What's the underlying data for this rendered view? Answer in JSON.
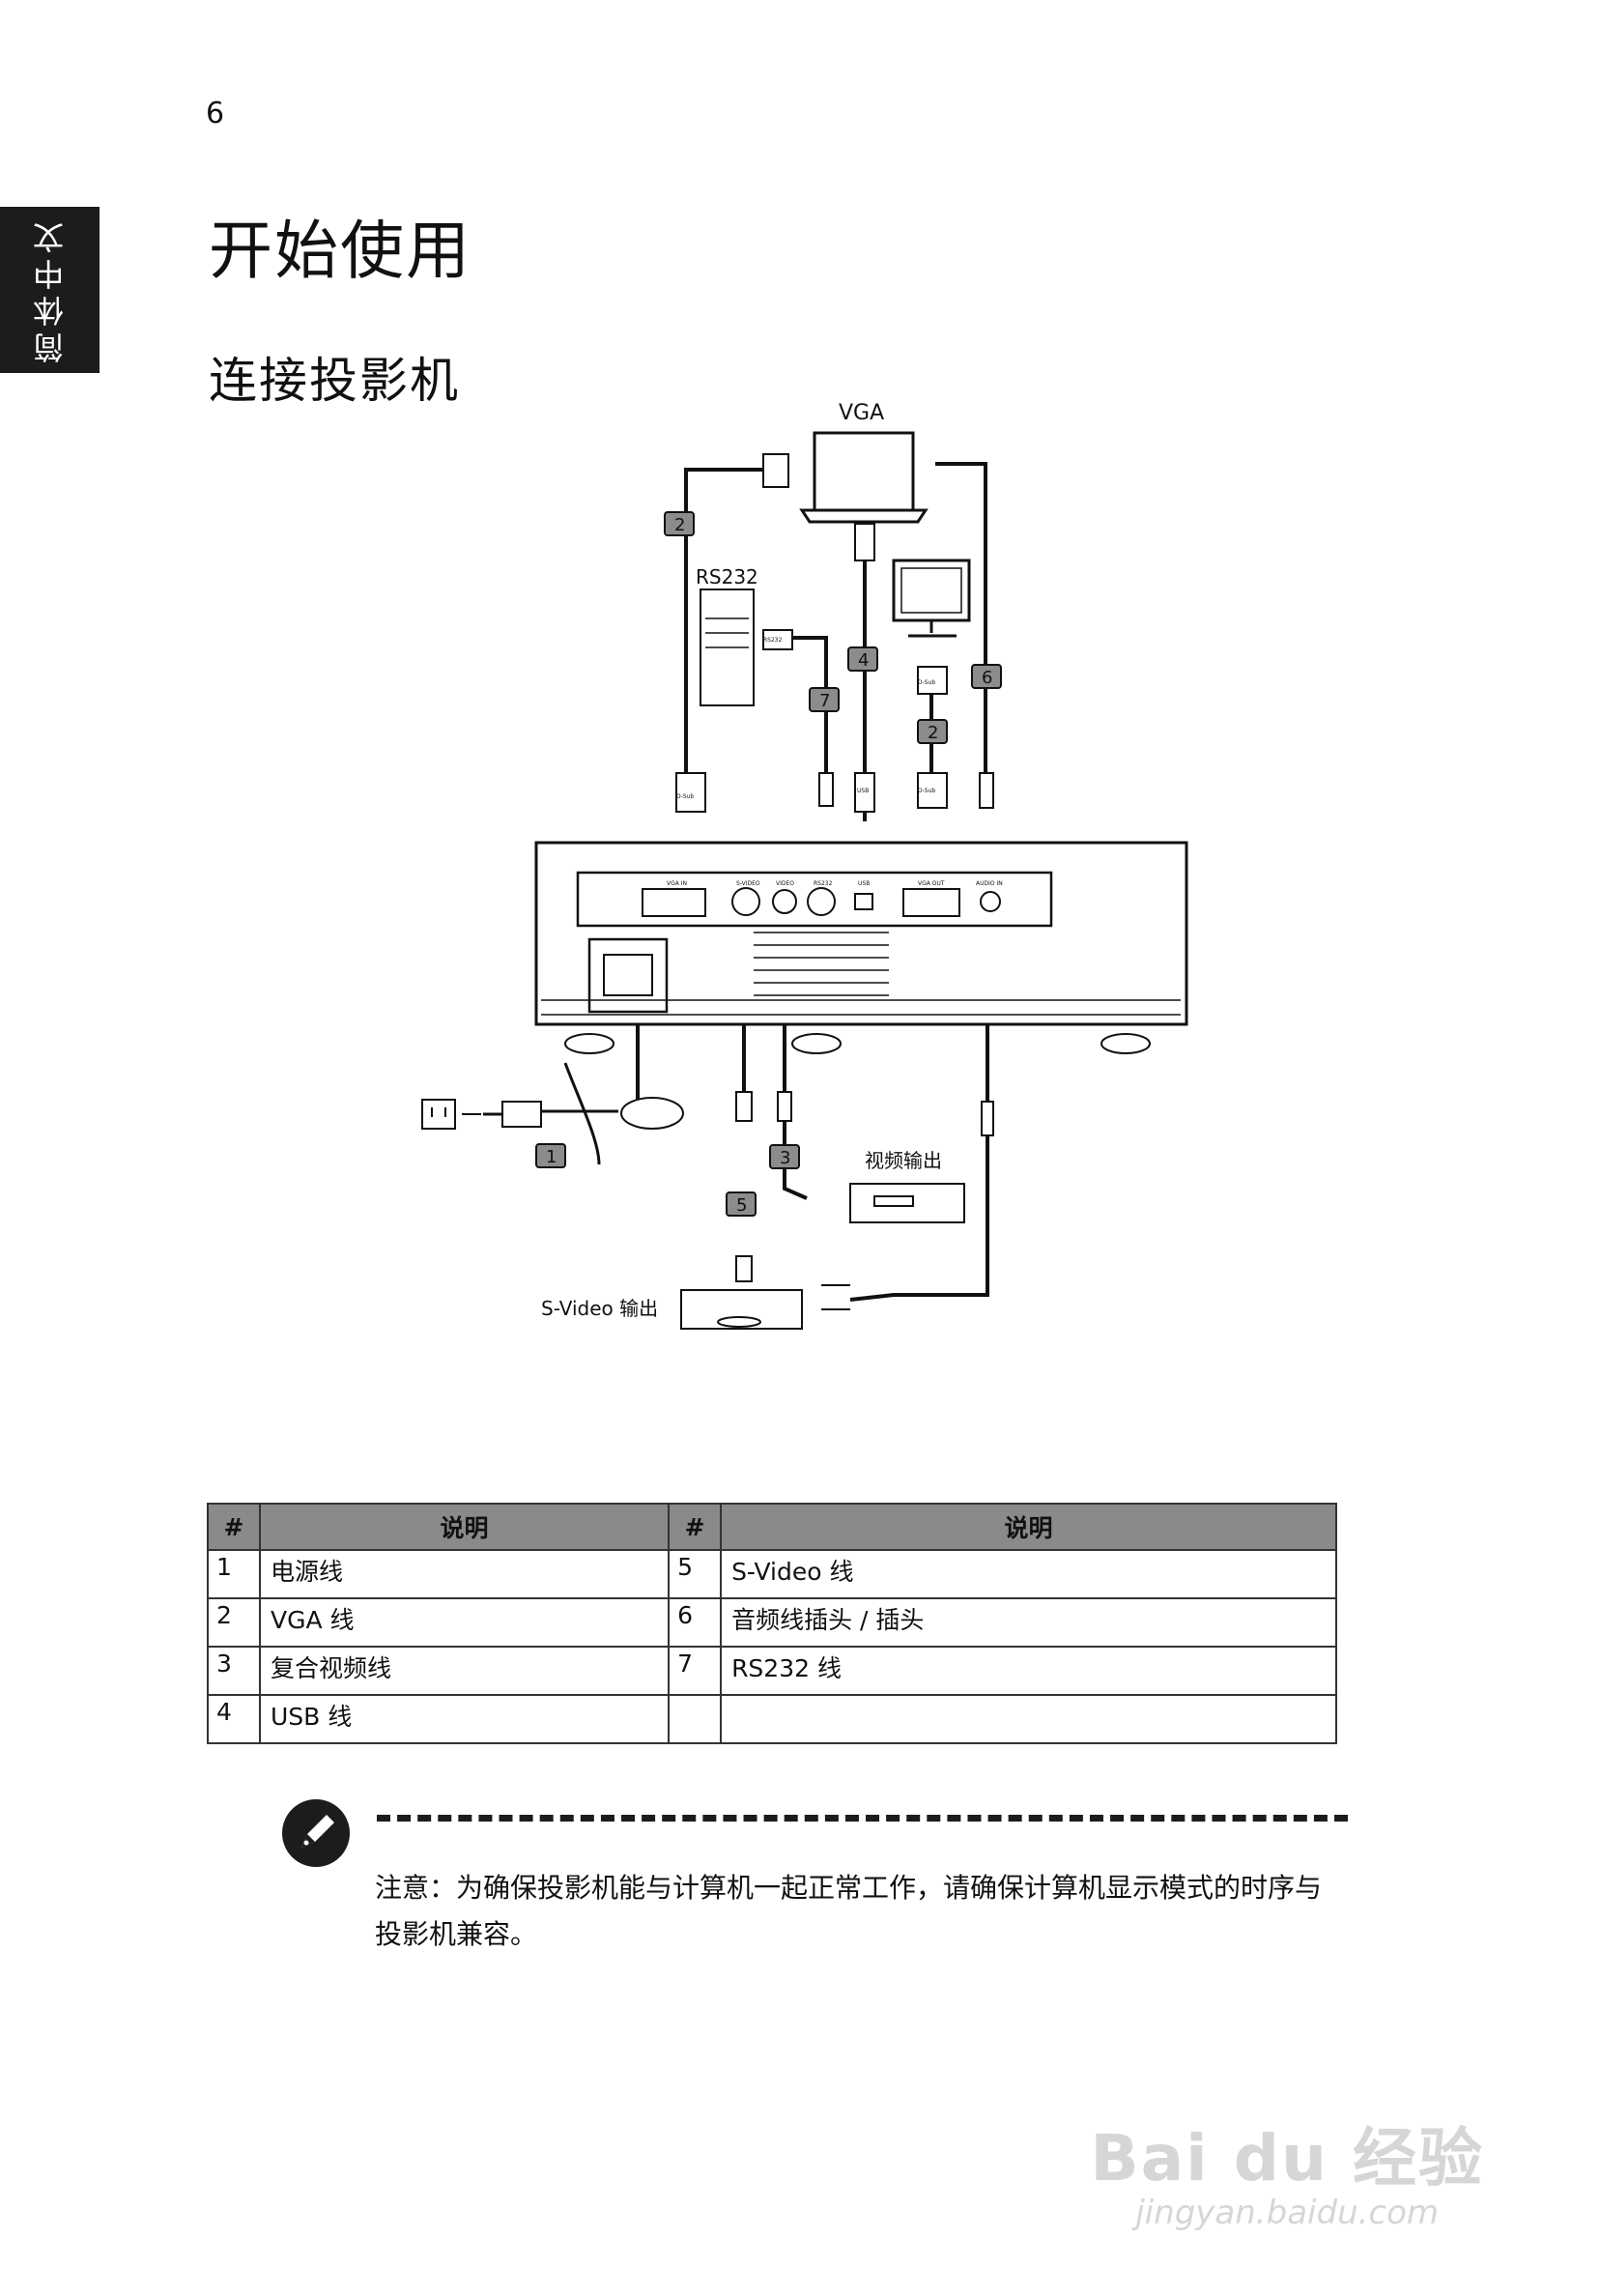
{
  "page": {
    "number": "6",
    "side_tab": "简体中文"
  },
  "heading": {
    "title": "开始使用",
    "subtitle": "连接投影机"
  },
  "diagram": {
    "labels": {
      "vga": "VGA",
      "rs232": "RS232",
      "video_out": "视频输出",
      "svideo_out": "S-Video 输出"
    },
    "connector_text": {
      "dsub": "D-Sub",
      "usb": "USB",
      "rs232": "RS232"
    },
    "port_labels": [
      "VGA IN",
      "S-VIDEO",
      "VIDEO",
      "RS232",
      "USB",
      "VGA OUT",
      "AUDIO IN"
    ],
    "callouts": [
      "2",
      "4",
      "6",
      "7",
      "2",
      "1",
      "3",
      "5"
    ]
  },
  "table": {
    "headers": [
      "#",
      "说明",
      "#",
      "说明"
    ],
    "rows": [
      [
        "1",
        "电源线",
        "5",
        "S-Video 线"
      ],
      [
        "2",
        "VGA 线",
        "6",
        "音频线插头 / 插头"
      ],
      [
        "3",
        "复合视频线",
        "7",
        "RS232 线"
      ],
      [
        "4",
        "USB 线",
        "",
        ""
      ]
    ]
  },
  "note": {
    "icon": "note-pen-icon",
    "text": "注意：为确保投影机能与计算机一起正常工作，请确保计算机显示模式的时序与投影机兼容。"
  },
  "watermark": {
    "logo": "Bai du 经验",
    "url": "jingyan.baidu.com"
  }
}
